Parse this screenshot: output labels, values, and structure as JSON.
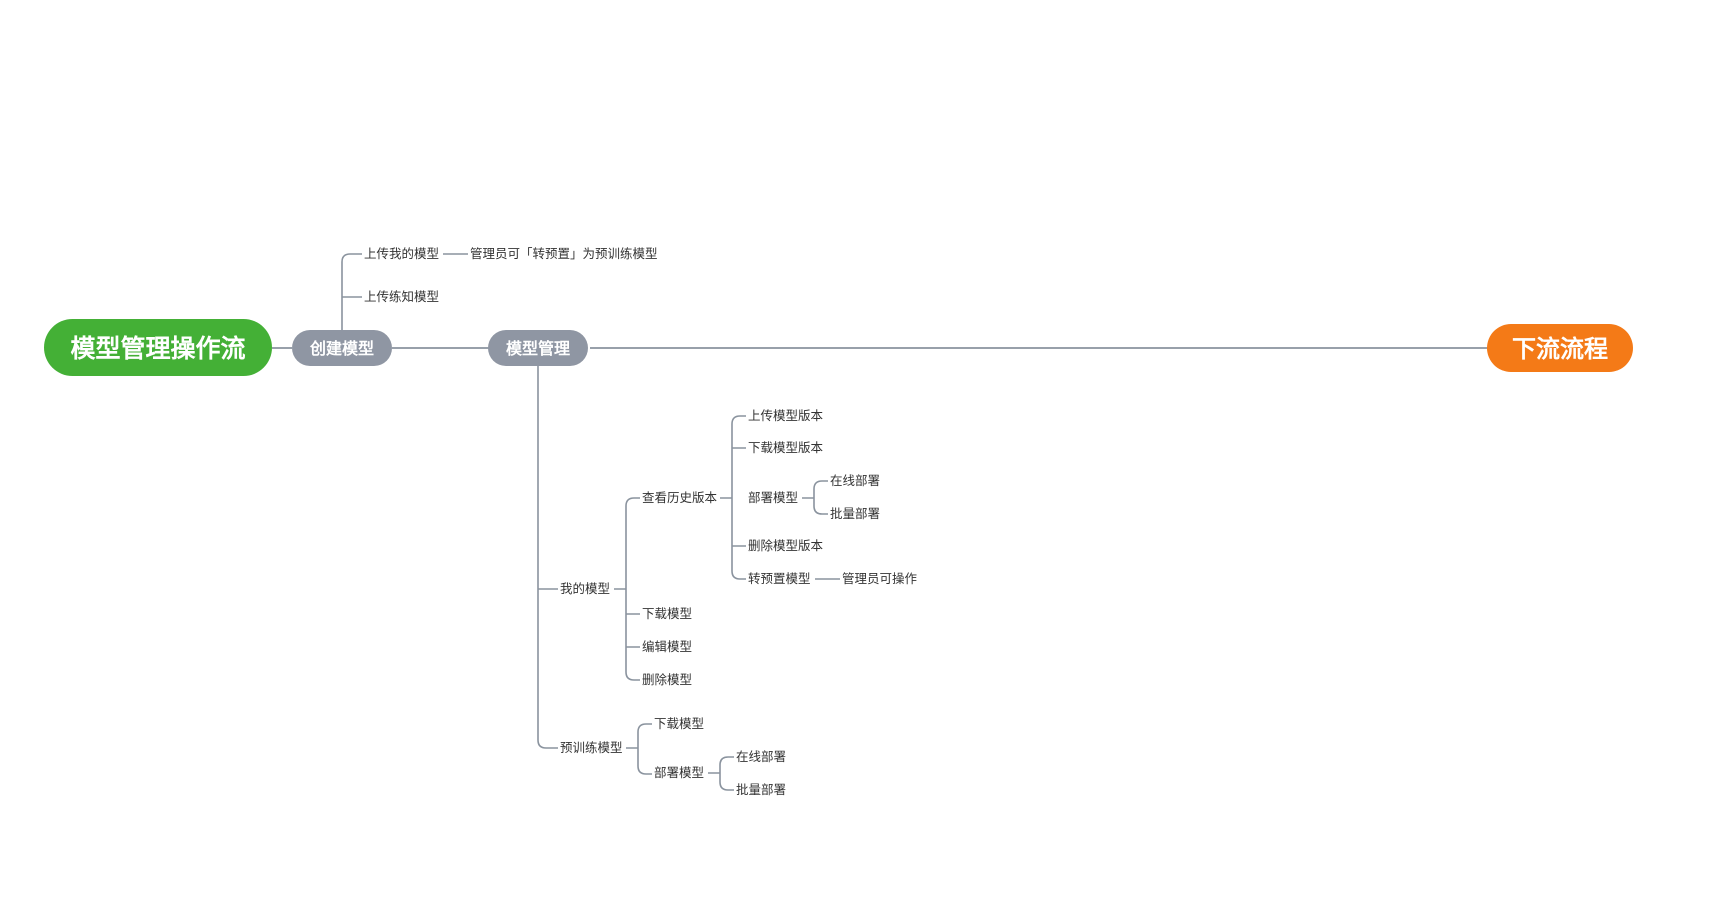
{
  "root": {
    "label": "模型管理操作流",
    "color": "#44b036"
  },
  "create_model": {
    "label": "创建模型",
    "upload_mine": "上传我的模型",
    "upload_mine_note": "管理员可「转预置」为预训练模型",
    "upload_trained": "上传练知模型"
  },
  "model_management": {
    "label": "模型管理",
    "my_models": {
      "label": "我的模型",
      "view_history": {
        "label": "查看历史版本",
        "upload_version": "上传模型版本",
        "download_version": "下载模型版本",
        "deploy": {
          "label": "部署模型",
          "online": "在线部署",
          "batch": "批量部署"
        },
        "delete_version": "删除模型版本",
        "to_preset": "转预置模型",
        "to_preset_note": "管理员可操作"
      },
      "download": "下载模型",
      "edit": "编辑模型",
      "delete": "删除模型"
    },
    "pretrained": {
      "label": "预训练模型",
      "download": "下载模型",
      "deploy": {
        "label": "部署模型",
        "online": "在线部署",
        "batch": "批量部署"
      }
    }
  },
  "downstream": {
    "label": "下流流程",
    "color": "#f47a17"
  }
}
